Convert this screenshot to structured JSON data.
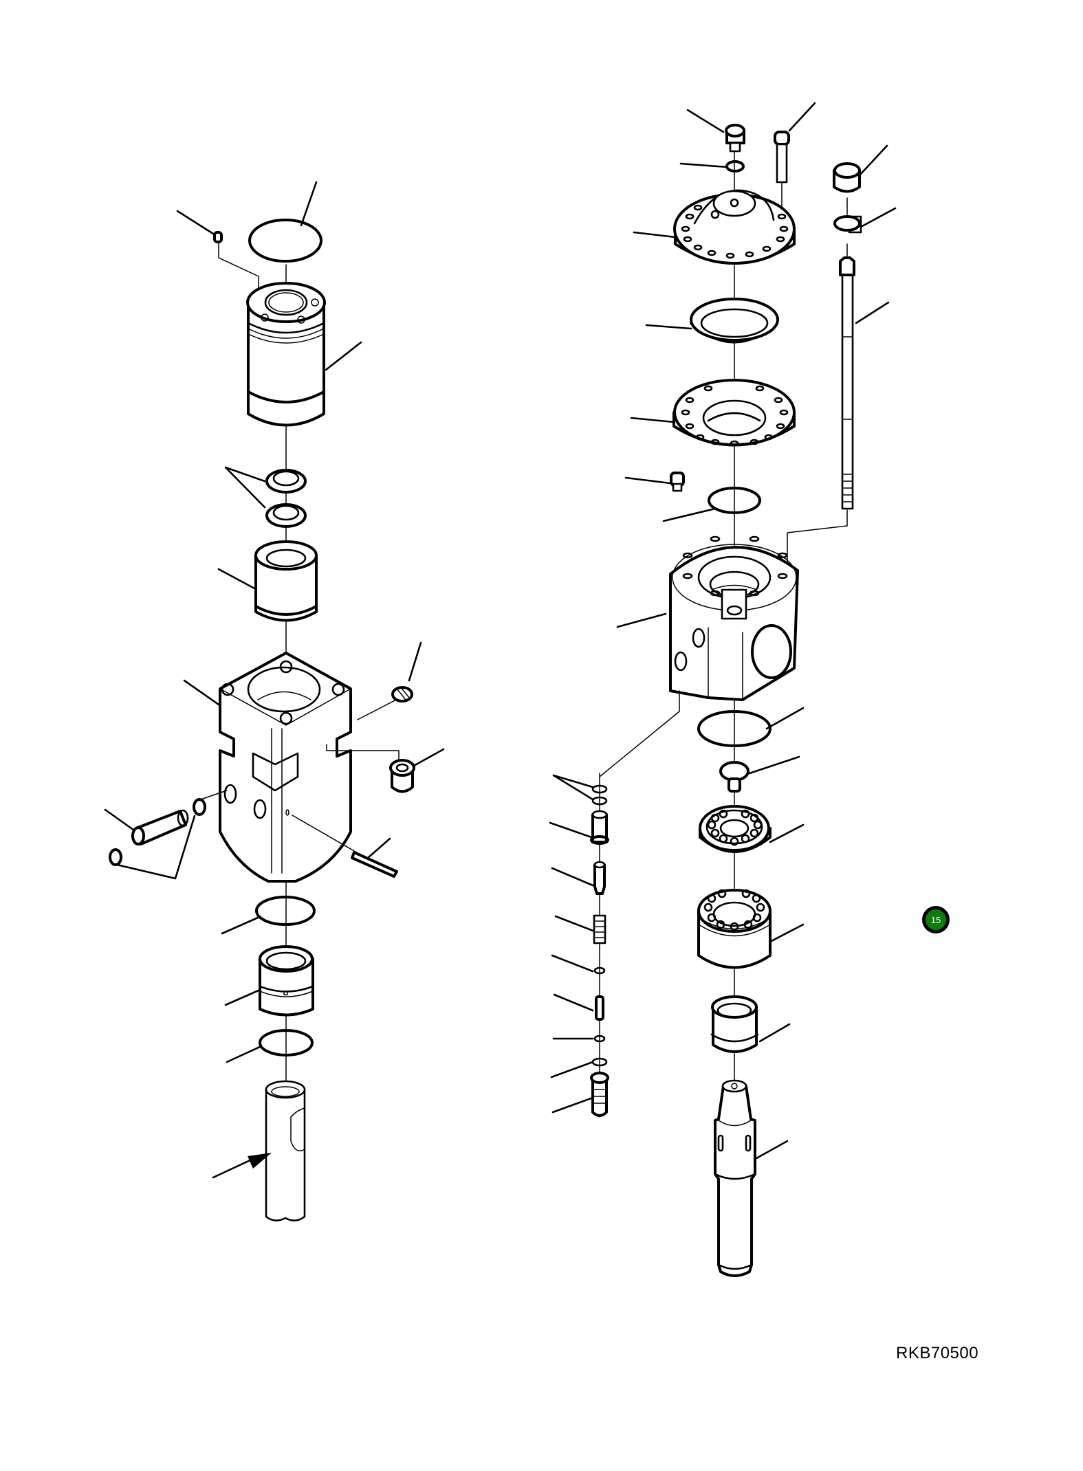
{
  "diagram": {
    "type": "exploded-parts-diagram",
    "subject": "hydraulic breaker assembly",
    "reference_code": "RKB70500",
    "callout": {
      "label": "15",
      "color": "#0a7d0a",
      "border_color": "#000000",
      "text_color": "#ffffff"
    },
    "assemblies": [
      {
        "name": "left-assembly",
        "parts": [
          "plug",
          "o-ring-top",
          "cylinder-sleeve",
          "seal-rings",
          "bushing-upper",
          "valve-body-block",
          "grease-nipple",
          "plug-fitting",
          "pin-with-o-rings",
          "roll-pin",
          "o-ring-middle",
          "bushing-lower",
          "o-ring-lower",
          "piston-rod"
        ]
      },
      {
        "name": "right-assembly",
        "parts": [
          "socket-screw-short",
          "washer",
          "socket-screw-long",
          "cap",
          "lock-washer",
          "top-cover-flange",
          "diaphragm",
          "flange-ring",
          "set-screw",
          "o-ring",
          "tie-rod",
          "front-head-body",
          "o-ring-large",
          "check-valve",
          "bearing-ring",
          "accumulator-cylinder",
          "bushing",
          "tool-chisel"
        ]
      },
      {
        "name": "valve-stack",
        "parts": [
          "o-rings-pair",
          "valve-seat",
          "valve-poppet",
          "spring",
          "retainer-ring",
          "valve-pin",
          "circlip",
          "o-ring-small",
          "valve-plug"
        ]
      }
    ]
  }
}
